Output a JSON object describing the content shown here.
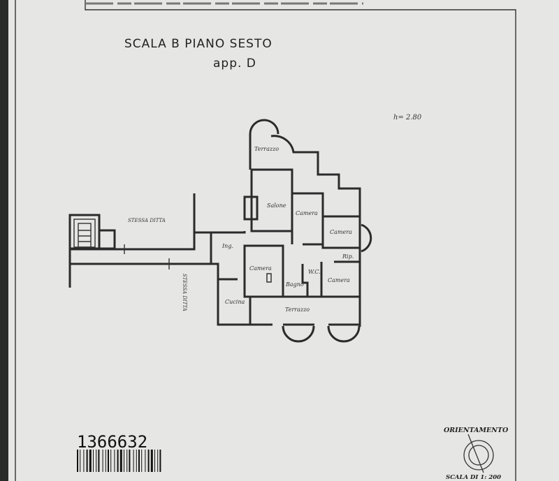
{
  "header": {
    "title_line1": "SCALA B  PIANO SESTO",
    "title_line2": "app. D",
    "height_note": "h= 2.80"
  },
  "rooms": {
    "terrace_top": "Terrazzo",
    "living": "Salone",
    "bedroom_upper": "Camera",
    "bedroom_right": "Camera",
    "storage": "Rip.",
    "entrance": "Ing.",
    "bedroom_middle": "Camera",
    "wc": "W.C.",
    "bathroom": "Bagno",
    "bedroom_lower_right": "Camera",
    "kitchen": "Cucina",
    "terrace_bottom": "Terrazzo",
    "same_owner_horizontal": "STESSA DITTA",
    "same_owner_vertical": "STESSA DITTA"
  },
  "footer": {
    "barcode_number": "1366632",
    "orientation_label": "ORIENTAMENTO",
    "scale_label": "SCALA DI 1: 200"
  }
}
